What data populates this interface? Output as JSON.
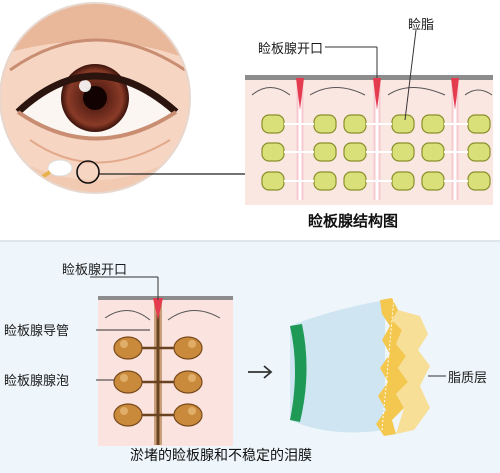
{
  "top": {
    "label_opening": "睑板腺开口",
    "label_lipid": "睑脂",
    "title": "睑板腺结构图"
  },
  "bottom": {
    "label_opening": "睑板腺开口",
    "label_duct": "睑板腺导管",
    "label_acinus": "睑板腺腺泡",
    "label_lipid_layer": "脂质层",
    "title": "淤堵的睑板腺和不稳定的泪膜"
  },
  "colors": {
    "skin": "#f3cdb8",
    "iris": "#6b2a1e",
    "gland": "#d9e07a",
    "blocked_gland": "#c98a3c",
    "duct": "#e43b4f",
    "tear_green": "#1f9a56",
    "lipid_yellow": "#f4c74e",
    "tear_blue": "#cfe6f2"
  }
}
